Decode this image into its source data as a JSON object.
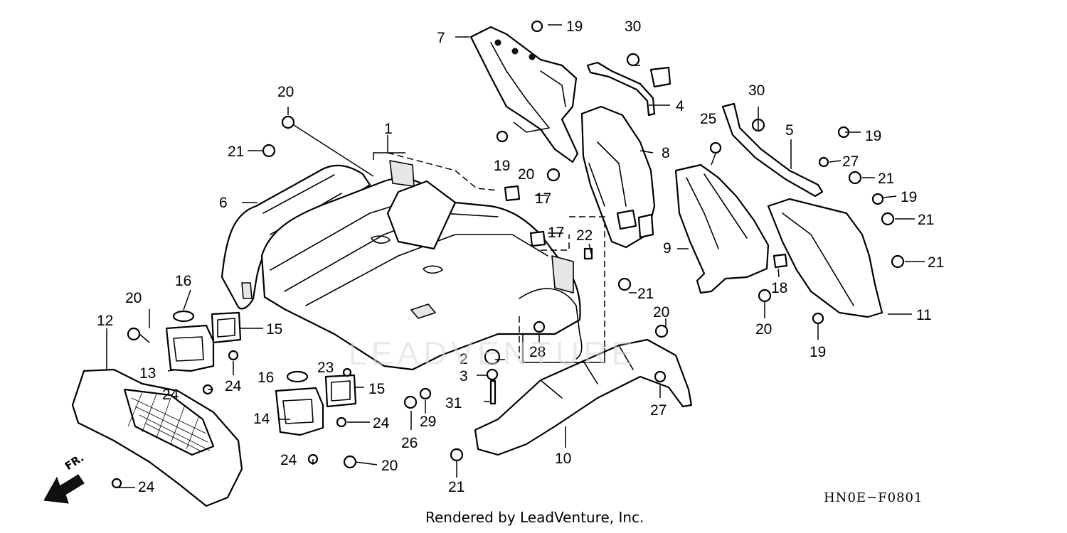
{
  "watermark": "LEADVENTURE",
  "drawing_code": "HN0E−F0801",
  "footer_credit": "Rendered by LeadVenture, Inc.",
  "front_arrow_label": "FR.",
  "callouts": {
    "c1": "1",
    "c2": "2",
    "c3": "3",
    "c4": "4",
    "c5": "5",
    "c6": "6",
    "c7": "7",
    "c8": "8",
    "c9": "9",
    "c10": "10",
    "c11": "11",
    "c12": "12",
    "c13": "13",
    "c14": "14",
    "c15a": "15",
    "c15b": "15",
    "c16a": "16",
    "c16b": "16",
    "c17a": "17",
    "c17b": "17",
    "c18": "18",
    "c19a": "19",
    "c19b": "19",
    "c19c": "19",
    "c19d": "19",
    "c19e": "19",
    "c20a": "20",
    "c20b": "20",
    "c20c": "20",
    "c20d": "20",
    "c20e": "20",
    "c20f": "20",
    "c21a": "21",
    "c21b": "21",
    "c21c": "21",
    "c21d": "21",
    "c21e": "21",
    "c21f": "21",
    "c22": "22",
    "c23": "23",
    "c24a": "24",
    "c24b": "24",
    "c24c": "24",
    "c24d": "24",
    "c24e": "24",
    "c25": "25",
    "c26": "26",
    "c27a": "27",
    "c27b": "27",
    "c28": "28",
    "c29": "29",
    "c30a": "30",
    "c30b": "30",
    "c31": "31"
  }
}
